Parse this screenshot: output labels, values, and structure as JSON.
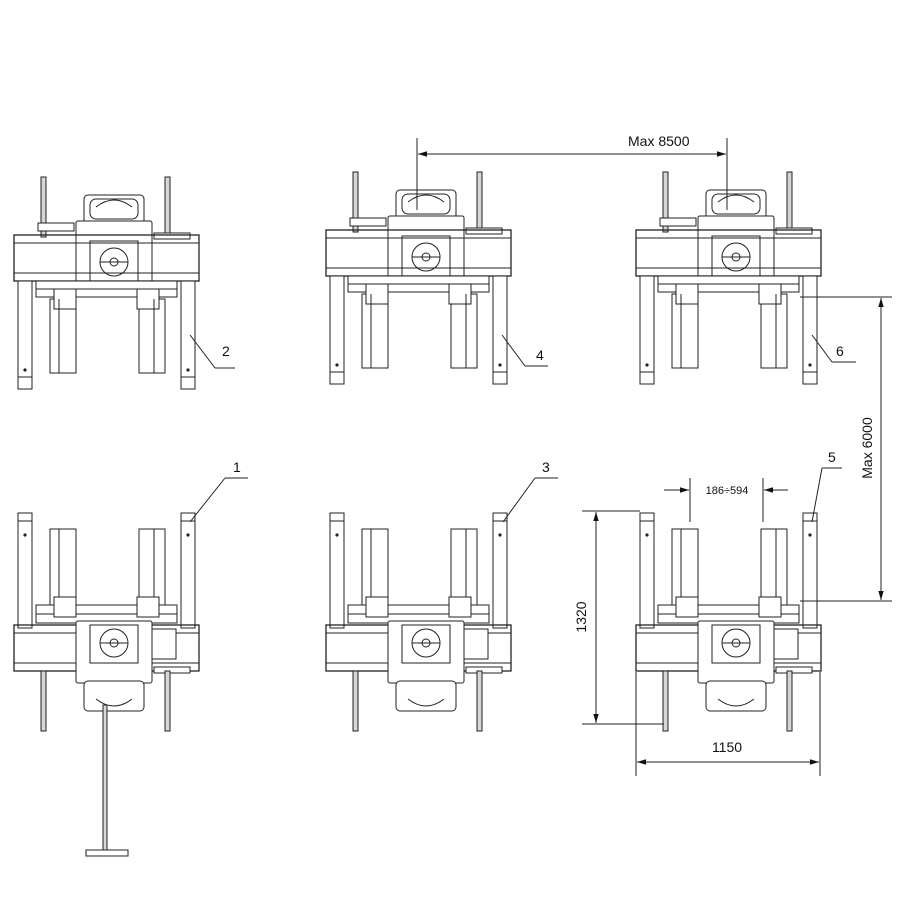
{
  "callouts": {
    "c1": "1",
    "c2": "2",
    "c3": "3",
    "c4": "4",
    "c5": "5",
    "c6": "6"
  },
  "dimensions": {
    "max_span": "Max 8500",
    "max_travel": "Max 6000",
    "width_range": "186÷594",
    "height": "1320",
    "width": "1150"
  }
}
